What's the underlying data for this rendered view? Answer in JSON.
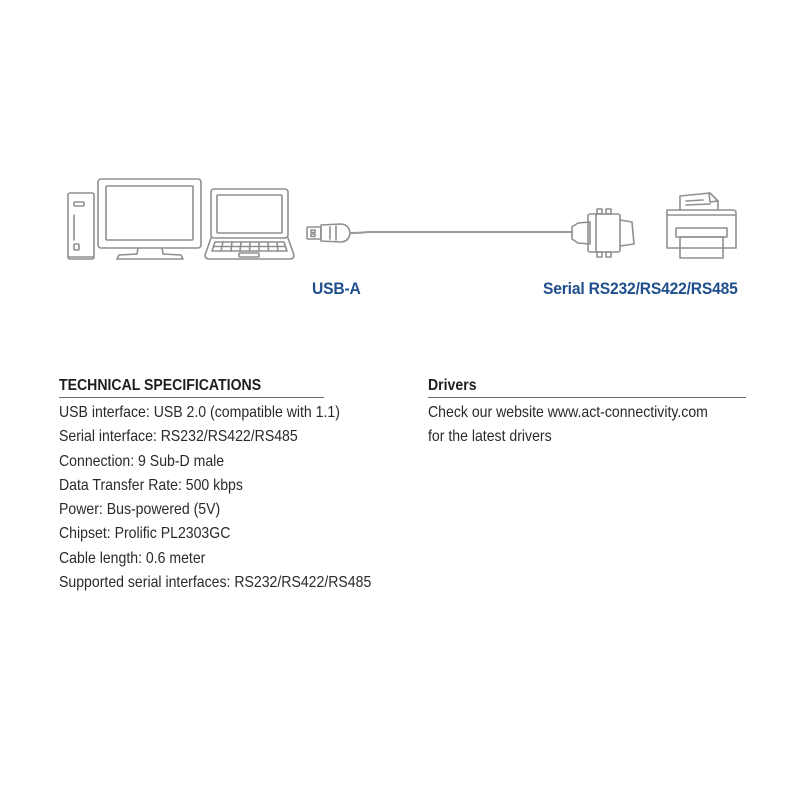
{
  "diagram": {
    "devices": [
      "desktop-tower-icon",
      "monitor-icon",
      "laptop-icon",
      "usb-a-plug-icon",
      "db9-connector-icon",
      "printer-icon"
    ],
    "usb_label": "USB-A",
    "serial_label": "Serial RS232/RS422/RS485",
    "label_color": "#1f4f8c",
    "line_color": "#9a9a9a"
  },
  "specs": {
    "title": "TECHNICAL SPECIFICATIONS",
    "lines": [
      "USB interface: USB 2.0 (compatible with 1.1)",
      "Serial interface: RS232/RS422/RS485",
      "Connection: 9 Sub-D male",
      "Data Transfer Rate: 500 kbps",
      "Power: Bus-powered (5V)",
      "Chipset: Prolific PL2303GC",
      "Cable length: 0.6 meter",
      "Supported serial interfaces: RS232/RS422/RS485"
    ]
  },
  "drivers": {
    "title": "Drivers",
    "lines": [
      "Check our website www.act-connectivity.com",
      "for the latest drivers"
    ]
  }
}
